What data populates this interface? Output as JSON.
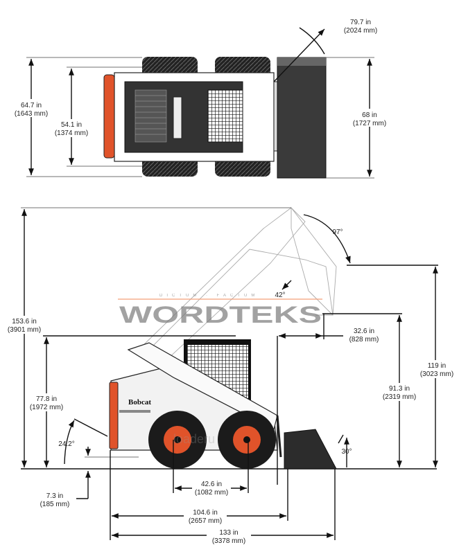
{
  "title": "Bobcat skid-steer loader dimensions",
  "top_view": {
    "overall_width": {
      "in": "64.7 in",
      "mm": "(1643 mm)"
    },
    "tread_width": {
      "in": "54.1 in",
      "mm": "(1374 mm)"
    },
    "bucket_width": {
      "in": "68 in",
      "mm": "(1727 mm)"
    },
    "turning_radius": {
      "in": "79.7 in",
      "mm": "(2024 mm)"
    }
  },
  "side_view": {
    "height_to_hinge_pin": {
      "in": "153.6 in",
      "mm": "(3901 mm)"
    },
    "height_to_cab": {
      "in": "77.8 in",
      "mm": "(1972 mm)"
    },
    "dump_height_max": {
      "in": "119 in",
      "mm": "(3023 mm)"
    },
    "dump_height": {
      "in": "91.3 in",
      "mm": "(2319 mm)"
    },
    "dump_reach": {
      "in": "32.6 in",
      "mm": "(828 mm)"
    },
    "ground_clearance": {
      "in": "7.3 in",
      "mm": "(185 mm)"
    },
    "wheelbase": {
      "in": "42.6 in",
      "mm": "(1082 mm)"
    },
    "length_without_bucket": {
      "in": "104.6 in",
      "mm": "(2657 mm)"
    },
    "length_with_bucket": {
      "in": "133 in",
      "mm": "(3378 mm)"
    },
    "angles": {
      "rollback": "97°",
      "dump": "42°",
      "departure": "24.2°",
      "bucket": "30°"
    },
    "brand_label": "Bobcat"
  },
  "watermark": {
    "main": "WORDTEKS",
    "tagline": "DICTUM · FACTUM",
    "secondary": "loaderu"
  },
  "colors": {
    "accent_orange": "#e0532a",
    "watermark_orange": "#f4a27c",
    "watermark_gray": "#777777"
  }
}
